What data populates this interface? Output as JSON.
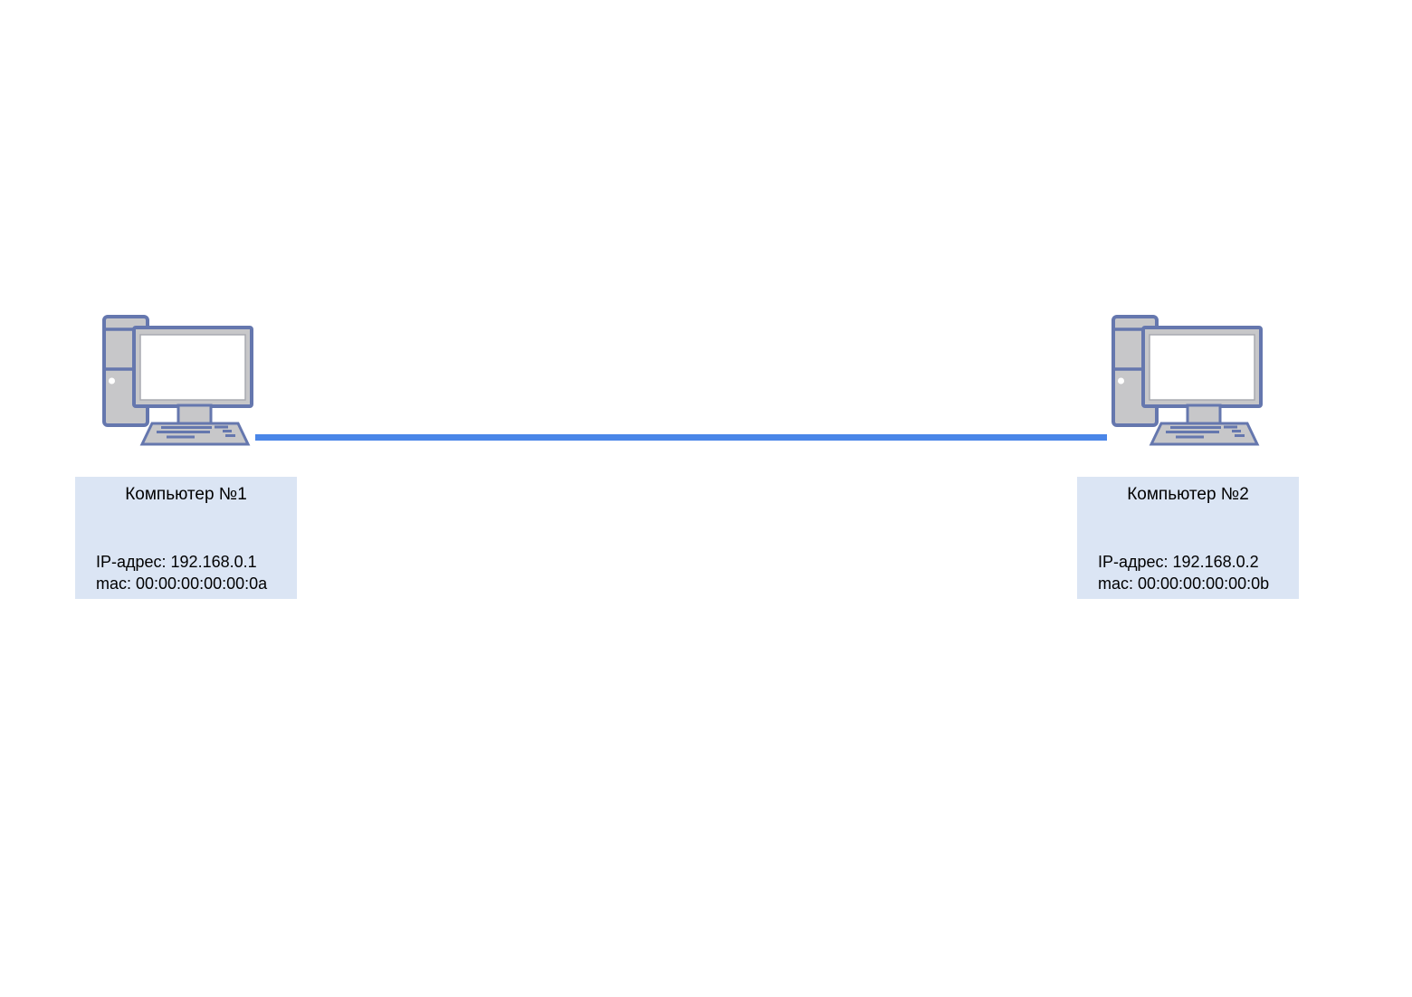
{
  "diagram": {
    "type": "network-diagram",
    "nodes": [
      {
        "id": "computer-1",
        "title": "Компьютер №1",
        "ip_label": "IP-адрес: 192.168.0.1",
        "mac_label": "mac: 00:00:00:00:00:0a"
      },
      {
        "id": "computer-2",
        "title": "Компьютер №2",
        "ip_label": "IP-адрес: 192.168.0.2",
        "mac_label": "mac: 00:00:00:00:00:0b"
      }
    ],
    "link": {
      "description": "direct cable between computer 1 and computer 2"
    }
  },
  "colors": {
    "link": "#4a86e8",
    "label-bg": "#dbe5f4",
    "outline": "#6577ae",
    "body-gray": "#c7c7c9",
    "screen": "#ffffff",
    "text": "#000000",
    "canvas": "#ffffff"
  }
}
